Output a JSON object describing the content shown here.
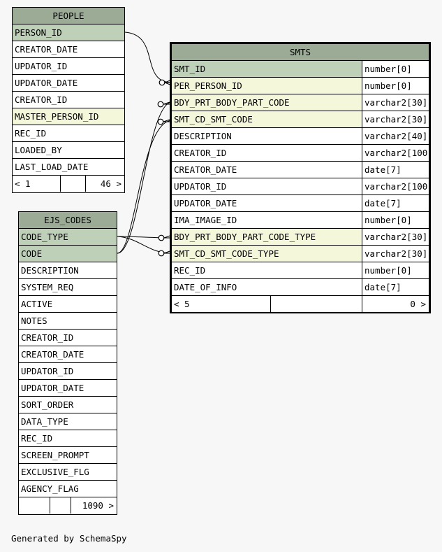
{
  "tables": {
    "people": {
      "title": "PEOPLE",
      "columns": [
        "PERSON_ID",
        "CREATOR_DATE",
        "UPDATOR_ID",
        "UPDATOR_DATE",
        "CREATOR_ID",
        "MASTER_PERSON_ID",
        "REC_ID",
        "LOADED_BY",
        "LAST_LOAD_DATE"
      ],
      "footer": {
        "left": "< 1",
        "right": "46 >"
      }
    },
    "ejs_codes": {
      "title": "EJS_CODES",
      "columns": [
        "CODE_TYPE",
        "CODE",
        "DESCRIPTION",
        "SYSTEM_REQ",
        "ACTIVE",
        "NOTES",
        "CREATOR_ID",
        "CREATOR_DATE",
        "UPDATOR_ID",
        "UPDATOR_DATE",
        "SORT_ORDER",
        "DATA_TYPE",
        "REC_ID",
        "SCREEN_PROMPT",
        "EXCLUSIVE_FLG",
        "AGENCY_FLAG"
      ],
      "footer": {
        "left": "",
        "right": "1090 >"
      }
    },
    "smts": {
      "title": "SMTS",
      "columns": [
        {
          "name": "SMT_ID",
          "type": "number[0]"
        },
        {
          "name": "PER_PERSON_ID",
          "type": "number[0]"
        },
        {
          "name": "BDY_PRT_BODY_PART_CODE",
          "type": "varchar2[30]"
        },
        {
          "name": "SMT_CD_SMT_CODE",
          "type": "varchar2[30]"
        },
        {
          "name": "DESCRIPTION",
          "type": "varchar2[40]"
        },
        {
          "name": "CREATOR_ID",
          "type": "varchar2[100]"
        },
        {
          "name": "CREATOR_DATE",
          "type": "date[7]"
        },
        {
          "name": "UPDATOR_ID",
          "type": "varchar2[100]"
        },
        {
          "name": "UPDATOR_DATE",
          "type": "date[7]"
        },
        {
          "name": "IMA_IMAGE_ID",
          "type": "number[0]"
        },
        {
          "name": "BDY_PRT_BODY_PART_CODE_TYPE",
          "type": "varchar2[30]"
        },
        {
          "name": "SMT_CD_SMT_CODE_TYPE",
          "type": "varchar2[30]"
        },
        {
          "name": "REC_ID",
          "type": "number[0]"
        },
        {
          "name": "DATE_OF_INFO",
          "type": "date[7]"
        }
      ],
      "footer": {
        "left": "< 5",
        "right": "0 >"
      }
    }
  },
  "caption": "Generated by SchemaSpy",
  "colors": {
    "header": "#9bab96",
    "primary_key": "#bed1b8",
    "foreign_key": "#f4f7da",
    "background": "#f7f7f7"
  }
}
